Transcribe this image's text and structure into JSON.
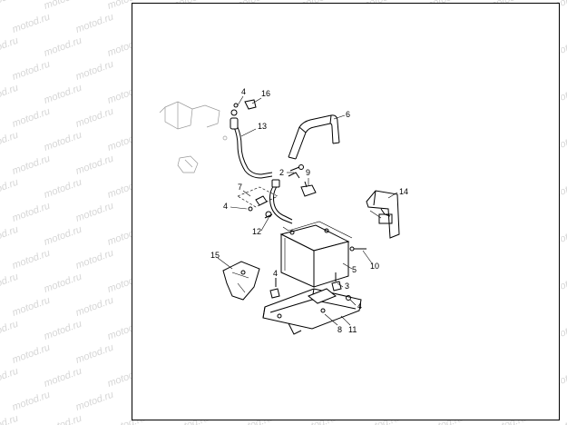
{
  "watermark": {
    "text": "motod.ru",
    "color": "#d6d6d6"
  },
  "callouts": [
    {
      "id": "c1",
      "text": "4"
    },
    {
      "id": "c2",
      "text": "16"
    },
    {
      "id": "c3",
      "text": "13"
    },
    {
      "id": "c4",
      "text": "6"
    },
    {
      "id": "c5",
      "text": "2"
    },
    {
      "id": "c6",
      "text": "9"
    },
    {
      "id": "c7",
      "text": "7"
    },
    {
      "id": "c8",
      "text": "4"
    },
    {
      "id": "c9",
      "text": "12"
    },
    {
      "id": "c10",
      "text": "14"
    },
    {
      "id": "c11",
      "text": "15"
    },
    {
      "id": "c12",
      "text": "10"
    },
    {
      "id": "c13",
      "text": "5"
    },
    {
      "id": "c14",
      "text": "4"
    },
    {
      "id": "c15",
      "text": "3"
    },
    {
      "id": "c16",
      "text": "4"
    },
    {
      "id": "c17",
      "text": "8"
    },
    {
      "id": "c18",
      "text": "11"
    }
  ]
}
